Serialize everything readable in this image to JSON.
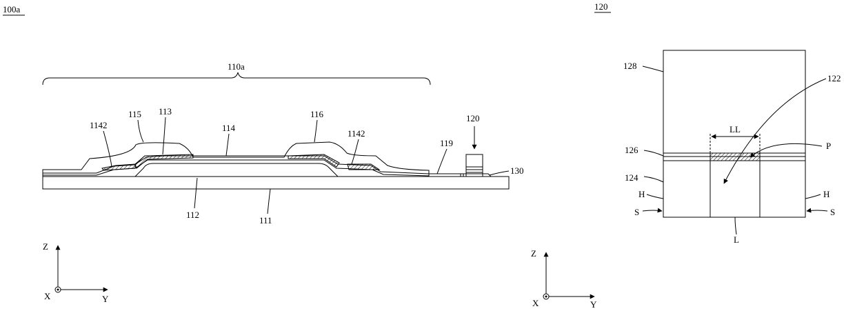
{
  "figure_left": {
    "id_label": "100a",
    "labels": {
      "l110a": "110a",
      "l115": "115",
      "l113": "113",
      "l114": "114",
      "l116": "116",
      "l1142_left": "1142",
      "l1142_right": "1142",
      "l120": "120",
      "l119": "119",
      "l130": "130",
      "l112": "112",
      "l111": "111"
    },
    "axes": {
      "vertical": "Z",
      "horizontal": "Y",
      "out_of_plane": "X"
    }
  },
  "figure_right": {
    "id_label": "120",
    "labels": {
      "l128": "128",
      "l122": "122",
      "lLL": "LL",
      "lP": "P",
      "l126": "126",
      "l124": "124",
      "lH_left": "H",
      "lH_right": "H",
      "lS_left": "S",
      "lS_right": "S",
      "lL": "L"
    },
    "axes": {
      "vertical": "Z",
      "horizontal": "Y",
      "out_of_plane": "X"
    }
  }
}
